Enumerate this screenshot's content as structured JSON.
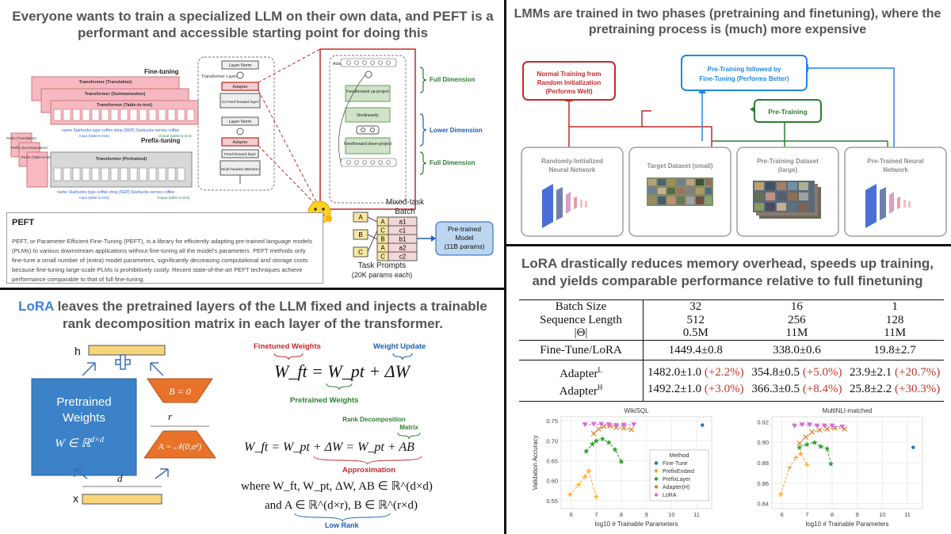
{
  "q1": {
    "title": "Everyone wants to train a specialized LLM on their own data, and PEFT is a performant and accessible starting point for doing this",
    "finetuning_label": "Fine-tuning",
    "prefix_tuning_label": "Prefix-tuning",
    "transformer_labels": [
      "Transformer (Translation)",
      "Transformer (Summarization)",
      "Transformer (Table-to-text)"
    ],
    "prefix_labels": [
      "Prefix (Translation)",
      "Prefix (Summarization)",
      "Prefix (Table-to-text)"
    ],
    "pretrained_label": "Transformer (Pretrained)",
    "token_row": "name Starbucks type coffee shop [SEP] Starbucks serves coffee",
    "input_label": "Input (table-to-text)",
    "output_label": "Output (table-to-text)",
    "transformer_layer_label": "Transformer Layer",
    "layer_blocks": [
      "Layer Norm",
      "Adapter",
      "2x Feed-forward layer",
      "Layer Norm",
      "Adapter",
      "Feed-forward layer",
      "Multi-headed attention"
    ],
    "adapter_layer_label": "Adapter Layer",
    "adapter_blocks": [
      "Feedforward up-project",
      "Nonlinearity",
      "Feedforward down-project"
    ],
    "dimension_labels": [
      "Full Dimension",
      "Lower Dimension",
      "Full Dimension"
    ],
    "peft_title": "PEFT",
    "peft_description": "PEFT, or Parameter-Efficient Fine-Tuning (PEFT), is a library for efficiently adapting pre-trained language models (PLMs) to various downstream applications without fine-tuning all the model's parameters. PEFT methods only fine-tune a small number of (extra) model parameters, significantly decreasing computational and storage costs because fine-tuning large-scale PLMs is prohibitively costly. Recent state-of-the-art PEFT techniques achieve performance comparable to that of full fine-tuning.",
    "mixed_batch_label": "Mixed-task Batch",
    "task_letters": [
      "A",
      "B",
      "C"
    ],
    "batch_rows": [
      [
        "A",
        "a1"
      ],
      [
        "C",
        "c1"
      ],
      [
        "B",
        "b1"
      ],
      [
        "A",
        "a2"
      ],
      [
        "C",
        "c2"
      ]
    ],
    "pretrained_model_label": "Pre-trained Model (11B params)",
    "task_prompts_label": "Task Prompts",
    "task_prompts_params": "(20K params each)"
  },
  "q2": {
    "title": "LMMs are trained in two phases (pretraining and finetuning), where the pretraining process is (much) more expensive",
    "normal_training": "Normal Training from Random Initialization (Performs Well)",
    "pretraining_finetuning": "Pre-Training followed by Fine-Tuning (Performs Better)",
    "pretraining": "Pre-Training",
    "sources": [
      "Randomly-Initialized Neural Network",
      "Target Dataset (small)",
      "Pre-Training Dataset (large)",
      "Pre-Trained Neural Network"
    ],
    "colors": {
      "red": "#c62828",
      "blue": "#1e88e5",
      "green": "#2e7d32"
    }
  },
  "q3": {
    "title_prefix": "LoRA",
    "title_rest": " leaves the pretrained layers of the LLM fixed and injects a trainable rank decomposition matrix in each layer of the transformer.",
    "h_label": "h",
    "x_label": "x",
    "pretrained_weights": "Pretrained Weights",
    "w_formula": "W ∈ ℝ",
    "w_sup": "d×d",
    "b_label": "B = 0",
    "a_label": "A = 𝒩(0,σ²)",
    "r_label": "r",
    "d_label": "d",
    "finetuned_weights": "Finetuned Weights",
    "weight_update": "Weight Update",
    "pretrained_weights_green": "Pretrained Weights",
    "rank_decomposition": "Rank Decomposition Matrix",
    "approximation": "Approximation",
    "low_rank": "Low Rank",
    "eq1": "W_ft = W_pt + ΔW",
    "eq2": "W_ft = W_pt + ΔW = W_pt + AB",
    "where_line": "where  W_ft, W_pt, ΔW, AB ∈ ℝ^(d×d)",
    "and_line": "and  A ∈ ℝ^(d×r), B ∈ ℝ^(r×d)"
  },
  "q4": {
    "title": "LoRA drastically reduces memory overhead, speeds up training, and yields comparable performance relative to full finetuning",
    "table": {
      "header_labels": [
        "Batch Size",
        "Sequence Length",
        "|Θ|"
      ],
      "columns": [
        [
          "32",
          "512",
          "0.5M"
        ],
        [
          "16",
          "256",
          "11M"
        ],
        [
          "1",
          "128",
          "11M"
        ]
      ],
      "finetune_label": "Fine-Tune/LoRA",
      "finetune_values": [
        "1449.4±0.8",
        "338.0±0.6",
        "19.8±2.7"
      ],
      "adapter_rows": [
        {
          "label": "Adapter",
          "sup": "L",
          "values": [
            "1482.0±1.0",
            "354.8±0.5",
            "23.9±2.1"
          ],
          "deltas": [
            "(+2.2%)",
            "(+5.0%)",
            "(+20.7%)"
          ]
        },
        {
          "label": "Adapter",
          "sup": "H",
          "values": [
            "1492.2±1.0",
            "366.3±0.5",
            "25.8±2.2"
          ],
          "deltas": [
            "(+3.0%)",
            "(+8.4%)",
            "(+30.3%)"
          ]
        }
      ]
    }
  },
  "chart_data": [
    {
      "type": "scatter",
      "title": "WikiSQL",
      "xlabel": "log10 # Trainable Parameters",
      "ylabel": "Validation Accuracy",
      "xlim": [
        5.6,
        11.6
      ],
      "ylim": [
        0.53,
        0.76
      ],
      "xticks": [
        6,
        7,
        8,
        9,
        10,
        11
      ],
      "yticks": [
        0.55,
        0.6,
        0.65,
        0.7,
        0.75
      ],
      "legend_title": "Method",
      "legend_position": "center-right",
      "series": [
        {
          "name": "Fine-Tune",
          "color": "#1f77b4",
          "marker": "dot",
          "points": [
            [
              11.23,
              0.739
            ]
          ]
        },
        {
          "name": "PrefixEmbed",
          "color": "#ff9f1c",
          "marker": "plus",
          "points": [
            [
              5.95,
              0.565
            ],
            [
              6.3,
              0.59
            ],
            [
              6.55,
              0.61
            ],
            [
              6.7,
              0.625
            ],
            [
              7.0,
              0.56
            ]
          ]
        },
        {
          "name": "PrefixLayer",
          "color": "#2ca02c",
          "marker": "star",
          "points": [
            [
              6.6,
              0.674
            ],
            [
              6.85,
              0.692
            ],
            [
              7.0,
              0.7
            ],
            [
              7.25,
              0.705
            ],
            [
              7.5,
              0.696
            ],
            [
              7.75,
              0.678
            ],
            [
              8.0,
              0.648
            ]
          ]
        },
        {
          "name": "Adapter(H)",
          "color": "#d9822b",
          "marker": "x",
          "points": [
            [
              6.9,
              0.718
            ],
            [
              7.1,
              0.729
            ],
            [
              7.3,
              0.736
            ],
            [
              7.55,
              0.737
            ],
            [
              7.8,
              0.733
            ],
            [
              8.1,
              0.731
            ],
            [
              8.4,
              0.728
            ]
          ]
        },
        {
          "name": "LoRA",
          "color": "#d16fd6",
          "marker": "triangle",
          "points": [
            [
              6.55,
              0.74
            ],
            [
              6.9,
              0.741
            ],
            [
              7.2,
              0.741
            ],
            [
              7.5,
              0.74
            ],
            [
              7.8,
              0.738
            ],
            [
              8.1,
              0.739
            ],
            [
              8.5,
              0.74
            ]
          ]
        }
      ]
    },
    {
      "type": "scatter",
      "title": "MultiNLI-matched",
      "xlabel": "log10 # Trainable Parameters",
      "ylabel": "",
      "xlim": [
        5.6,
        11.6
      ],
      "ylim": [
        0.835,
        0.925
      ],
      "xticks": [
        6,
        7,
        8,
        9,
        10,
        11
      ],
      "yticks": [
        0.84,
        0.86,
        0.88,
        0.9,
        0.92
      ],
      "series": [
        {
          "name": "Fine-Tune",
          "color": "#1f77b4",
          "marker": "dot",
          "points": [
            [
              11.23,
              0.895
            ]
          ]
        },
        {
          "name": "PrefixEmbed",
          "color": "#ff9f1c",
          "marker": "plus",
          "points": [
            [
              5.95,
              0.849
            ],
            [
              6.3,
              0.875
            ],
            [
              6.55,
              0.885
            ],
            [
              6.75,
              0.889
            ],
            [
              7.0,
              0.878
            ]
          ]
        },
        {
          "name": "PrefixLayer",
          "color": "#2ca02c",
          "marker": "star",
          "points": [
            [
              6.7,
              0.895
            ],
            [
              7.0,
              0.898
            ],
            [
              7.3,
              0.9
            ],
            [
              7.55,
              0.896
            ],
            [
              7.8,
              0.894
            ],
            [
              7.95,
              0.879
            ]
          ]
        },
        {
          "name": "Adapter(H)",
          "color": "#d9822b",
          "marker": "x",
          "points": [
            [
              6.7,
              0.899
            ],
            [
              6.95,
              0.905
            ],
            [
              7.2,
              0.91
            ],
            [
              7.5,
              0.912
            ],
            [
              7.8,
              0.913
            ],
            [
              8.1,
              0.914
            ],
            [
              8.5,
              0.913
            ]
          ]
        },
        {
          "name": "LoRA",
          "color": "#d16fd6",
          "marker": "triangle",
          "points": [
            [
              6.5,
              0.916
            ],
            [
              6.8,
              0.917
            ],
            [
              7.1,
              0.917
            ],
            [
              7.4,
              0.916
            ],
            [
              7.7,
              0.916
            ],
            [
              8.0,
              0.916
            ],
            [
              8.4,
              0.915
            ]
          ]
        }
      ]
    }
  ]
}
